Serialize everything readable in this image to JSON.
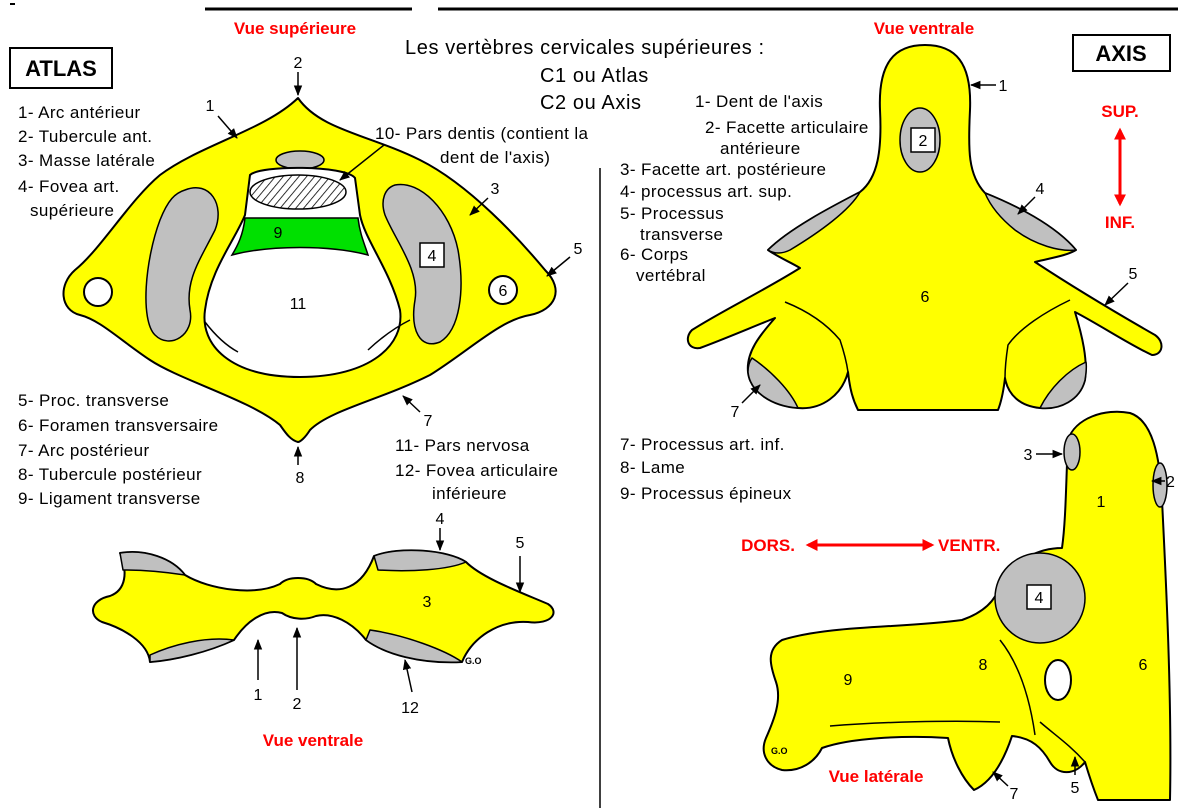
{
  "header": {
    "title": "Les vertèbres cervicales supérieures :",
    "c1": "C1 ou Atlas",
    "c2": "C2 ou Axis"
  },
  "atlas": {
    "name": "ATLAS",
    "superior_view": {
      "caption": "Vue supérieure",
      "markers": {
        "m1": "1",
        "m2": "2",
        "m3": "3",
        "m4": "4",
        "m5": "5",
        "m6": "6",
        "m7": "7",
        "m8": "8",
        "m9": "9",
        "m11": "11"
      },
      "callout_10": [
        "10- Pars dentis (contient la",
        "dent de l'axis)"
      ]
    },
    "legend_upper": [
      "1- Arc antérieur",
      "2- Tubercule ant.",
      "3- Masse latérale",
      "4- Fovea art.",
      "supérieure"
    ],
    "legend_lower": [
      "5- Proc. transverse",
      "6- Foramen transversaire",
      "7- Arc postérieur",
      "8- Tubercule postérieur",
      "9- Ligament transverse"
    ],
    "legend_right": [
      "11- Pars nervosa",
      "12- Fovea articulaire",
      "inférieure"
    ],
    "ventral_view": {
      "caption": "Vue ventrale",
      "markers": {
        "m1": "1",
        "m2": "2",
        "m3": "3",
        "m4": "4",
        "m5": "5",
        "m12": "12"
      },
      "signature": "G.O"
    }
  },
  "axis": {
    "name": "AXIS",
    "ventral_view": {
      "caption": "Vue ventrale",
      "markers": {
        "m1": "1",
        "m2": "2",
        "m4": "4",
        "m5": "5",
        "m6": "6",
        "m7": "7"
      }
    },
    "orientation_vertical": {
      "top": "SUP.",
      "bottom": "INF."
    },
    "legend_upper": [
      "1- Dent de l'axis",
      "2- Facette articulaire",
      "antérieure",
      "3- Facette art. postérieure",
      "4- processus art. sup.",
      "5- Processus",
      "transverse",
      "6- Corps",
      "vertébral"
    ],
    "legend_lower": [
      "7- Processus art. inf.",
      "8- Lame",
      "9- Processus épineux"
    ],
    "lateral_view": {
      "caption": "Vue latérale",
      "markers": {
        "m1": "1",
        "m2": "2",
        "m3": "3",
        "m4": "4",
        "m5": "5",
        "m6": "6",
        "m7": "7",
        "m8": "8",
        "m9": "9"
      },
      "signature": "G.O"
    },
    "orientation_horizontal": {
      "left": "DORS.",
      "right": "VENTR."
    }
  },
  "colors": {
    "bone": "#ffff00",
    "facet": "#c0c0c0",
    "ligament": "#00e000",
    "caption": "#ff0000",
    "outline": "#000000",
    "background": "#ffffff"
  }
}
